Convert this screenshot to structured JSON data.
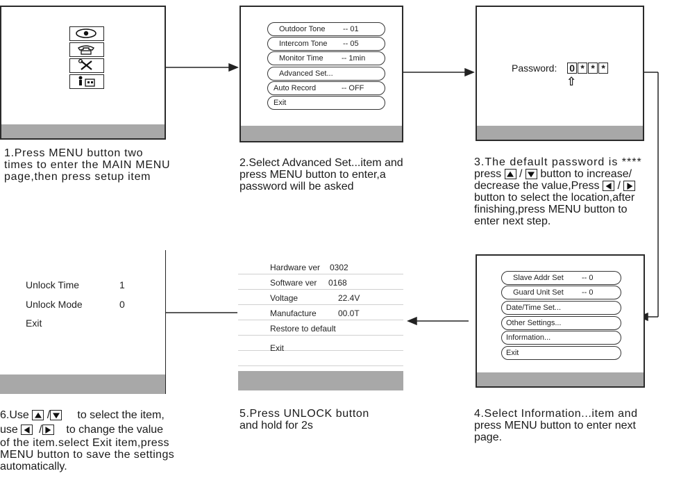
{
  "step1": {
    "caption_lines": [
      "1.Press MENU button two",
      "times to enter the MAIN MENU",
      "page,then press setup item"
    ],
    "icons": [
      "eye-icon",
      "phone-icon",
      "tools-icon",
      "person-building-icon"
    ]
  },
  "step2": {
    "menu": [
      {
        "label": "Outdoor Tone",
        "value": "-- 01"
      },
      {
        "label": "Intercom Tone",
        "value": "-- 05"
      },
      {
        "label": "Monitor Time",
        "value": "-- 1min"
      },
      {
        "label": "Advanced Set...",
        "value": ""
      },
      {
        "label": "Auto Record",
        "value": "-- OFF"
      },
      {
        "label": "Exit",
        "value": ""
      }
    ],
    "caption_lines": [
      "2.Select Advanced Set...item and",
      "press MENU button to enter,a",
      "password will be asked"
    ]
  },
  "step3": {
    "password_label": "Password:",
    "password_chars": [
      "0",
      "*",
      "*",
      "*"
    ],
    "cursor": "⇧",
    "caption": {
      "l1": "3.The default password is ****",
      "l2a": "press",
      "l2b": "/",
      "l2c": "button to increase/",
      "l3a": "decrease the value,Press",
      "l3b": "/",
      "l4": "button to select the location,after",
      "l5": "finishing,press MENU button to",
      "l6": "enter next step."
    }
  },
  "step4": {
    "menu": [
      {
        "label": "Slave Addr Set",
        "value": "-- 0"
      },
      {
        "label": "Guard Unit Set",
        "value": "-- 0"
      },
      {
        "label": "Date/Time Set...",
        "value": ""
      },
      {
        "label": "Other Settings...",
        "value": ""
      },
      {
        "label": "Information...",
        "value": ""
      },
      {
        "label": "Exit",
        "value": ""
      }
    ],
    "caption_lines": [
      "4.Select Information...item and",
      "press MENU button to enter next",
      "page."
    ]
  },
  "step5": {
    "rows": [
      {
        "label": "Hardware ver",
        "value": "0302"
      },
      {
        "label": "Software ver",
        "value": "0168"
      },
      {
        "label": "Voltage",
        "value": "22.4V"
      },
      {
        "label": "Manufacture",
        "value": "00.0T"
      },
      {
        "label": "Restore to default",
        "value": ""
      },
      {
        "label": "Exit",
        "value": ""
      }
    ],
    "caption_lines": [
      "5.Press UNLOCK button",
      "and hold for 2s"
    ]
  },
  "step6": {
    "rows": [
      {
        "label": "Unlock Time",
        "value": "1"
      },
      {
        "label": "Unlock Mode",
        "value": "0"
      },
      {
        "label": "Exit",
        "value": ""
      }
    ],
    "caption": {
      "l1a": "6.Use",
      "l1b": "/",
      "l1c": "to select the item,",
      "l2a": "use",
      "l2b": "/",
      "l2c": "to change the value",
      "l3": "of the item.select Exit item,press",
      "l4": "MENU button to save the settings",
      "l5": "automatically."
    }
  }
}
